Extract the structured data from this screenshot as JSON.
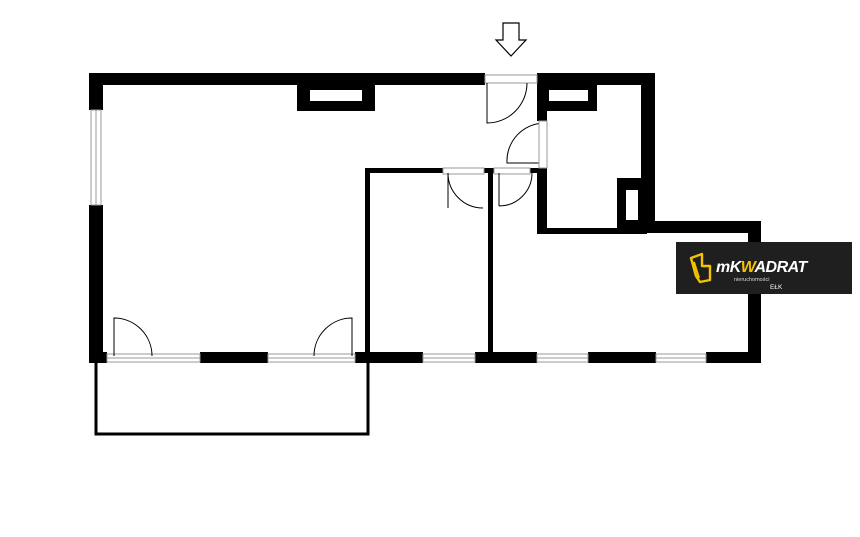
{
  "logo": {
    "brand_prefix": "mK",
    "brand_accent": "W",
    "brand_suffix": "ADRAT",
    "subtitle": "nieruchomości",
    "city": "EŁK",
    "colors": {
      "background": "#1f1f1f",
      "accent": "#f2c400",
      "text": "#ffffff"
    }
  },
  "floorplan": {
    "wall_color": "#000000",
    "window_color": "#9a9a9a",
    "icons": {
      "entrance": "entrance-arrow-icon"
    }
  }
}
